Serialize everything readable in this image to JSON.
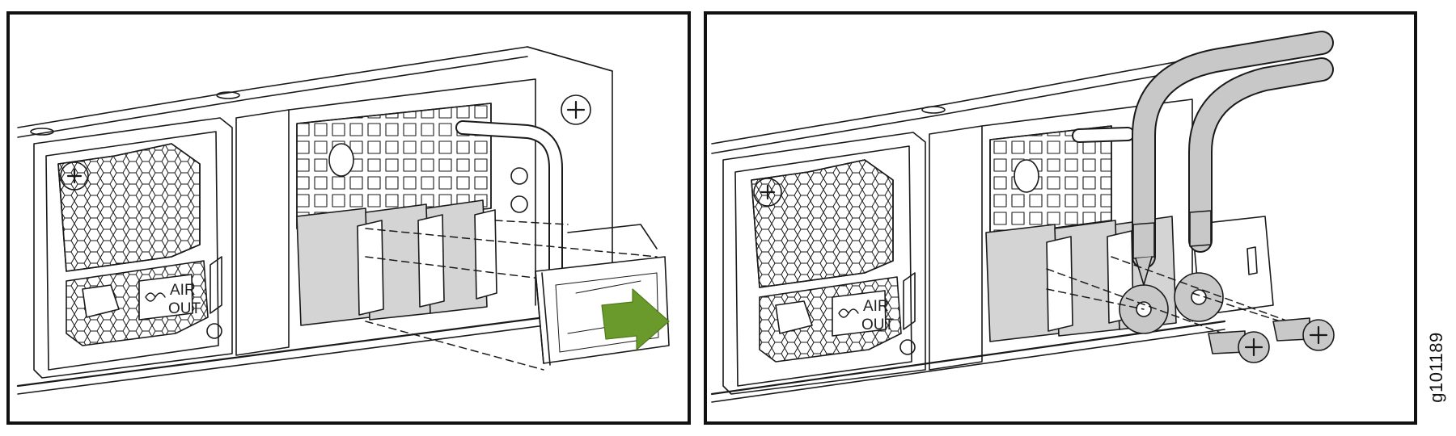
{
  "figure": {
    "id_label": "g101189",
    "panels": [
      {
        "name": "remove-cover",
        "vent_label_line1": "AIR",
        "vent_label_line2": "OUT"
      },
      {
        "name": "attach-ground-cable",
        "vent_label_line1": "AIR",
        "vent_label_line2": "OUT"
      }
    ],
    "colors": {
      "line": "#1a1a1a",
      "arrow": "#6a9a2c",
      "cable": "#c8c8c8",
      "connector": "#d4d4d4",
      "outline": "#111111"
    }
  }
}
